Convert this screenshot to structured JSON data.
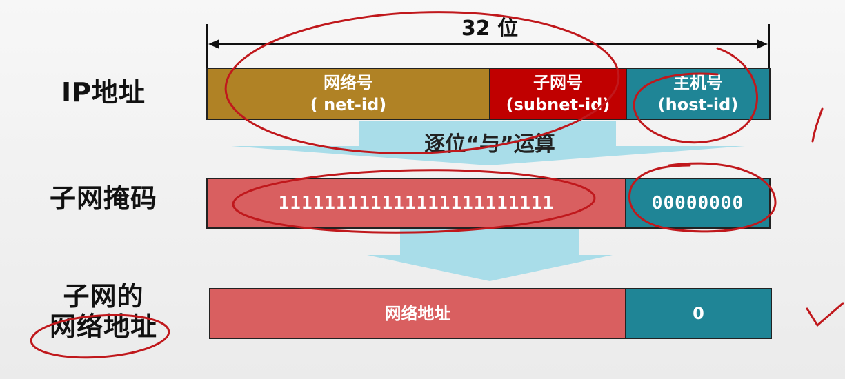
{
  "width_label": "32 位",
  "rows": {
    "ip": {
      "label": "IP地址"
    },
    "mask": {
      "label": "子网掩码"
    },
    "network": {
      "label_line1": "子网的",
      "label_line2": "网络地址"
    }
  },
  "ip_fields": {
    "net": {
      "name": "网络号",
      "id": "( net-id)"
    },
    "subnet": {
      "name": "子网号",
      "id": "(subnet-id)"
    },
    "host": {
      "name": "主机号",
      "id": "(host-id)"
    }
  },
  "operation_label": "逐位“与”运算",
  "mask_fields": {
    "ones": "111111111111111111111111",
    "zeros": "00000000"
  },
  "result_fields": {
    "network": "网络地址",
    "host": "0"
  },
  "colors": {
    "net": "#b08225",
    "subnet": "#c00000",
    "host": "#1f8596",
    "mask": "#d95f60",
    "arrow": "#a9dde9",
    "ink": "#c0181c"
  }
}
